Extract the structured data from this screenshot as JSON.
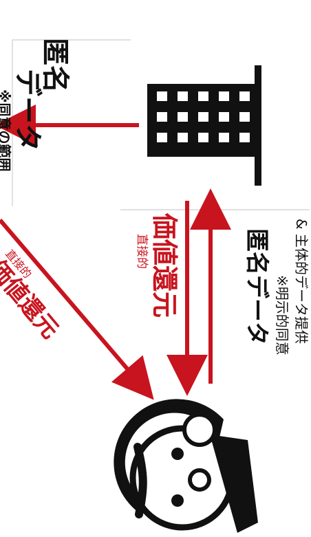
{
  "top_anonymous": {
    "title": "匿名",
    "subtitle": "データ",
    "note": "※同意の範囲"
  },
  "bottom_anonymous": {
    "title": "匿名データ",
    "note1": "※明示的同意",
    "note2": "& 主体的データ提供"
  },
  "direct_return_center": {
    "small": "直接的",
    "big": "価値還元"
  },
  "direct_return_diagonal": {
    "small": "直接的",
    "big": "価値還元"
  },
  "colors": {
    "accent_red": "#c8141e",
    "ink": "#111111",
    "frame_line": "#cfcfcf"
  },
  "icons": [
    "building-icon",
    "person-icon"
  ]
}
